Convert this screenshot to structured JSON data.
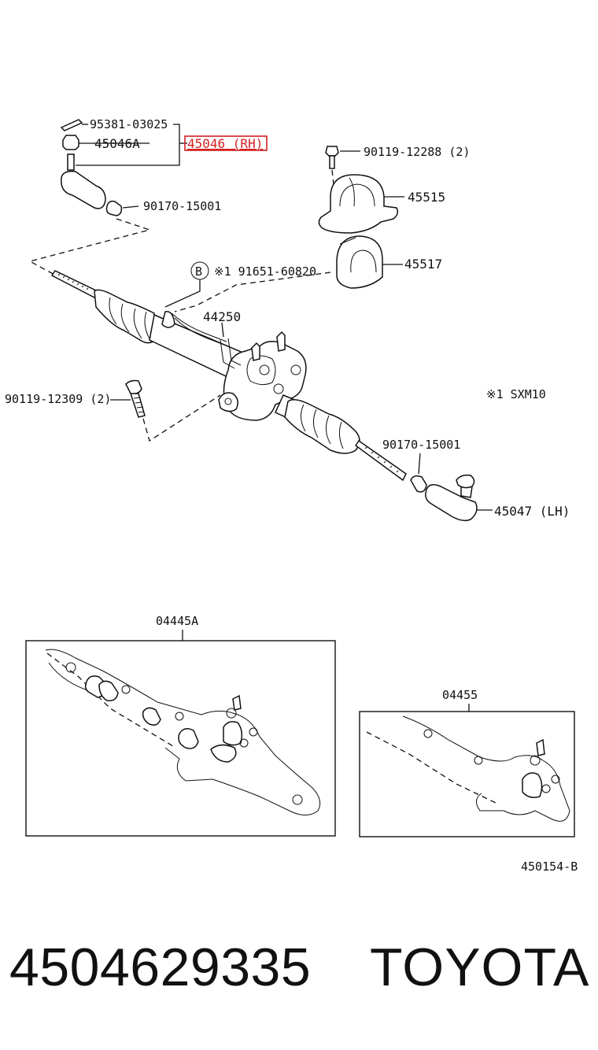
{
  "callouts": {
    "c95381": "95381-03025",
    "c45046a": "45046A",
    "c45046rh": "45046 (RH)",
    "c90170_top": "90170-15001",
    "c90119_12288": "90119-12288 (2)",
    "c45515": "45515",
    "c45517": "45517",
    "c_b_marker": "B",
    "c91651": "※1 91651-60820",
    "c44250": "44250",
    "c90119_12309": "90119-12309 (2)",
    "c_sxm10": "※1 SXM10",
    "c90170_bottom": "90170-15001",
    "c45047lh": "45047 (LH)",
    "c04445a": "04445A",
    "c04455": "04455",
    "c_diagram_id": "450154-B"
  },
  "footer": {
    "part_number": "4504629335",
    "brand": "TOYOTA"
  },
  "colors": {
    "highlight": "#d42020",
    "ink": "#111111"
  }
}
